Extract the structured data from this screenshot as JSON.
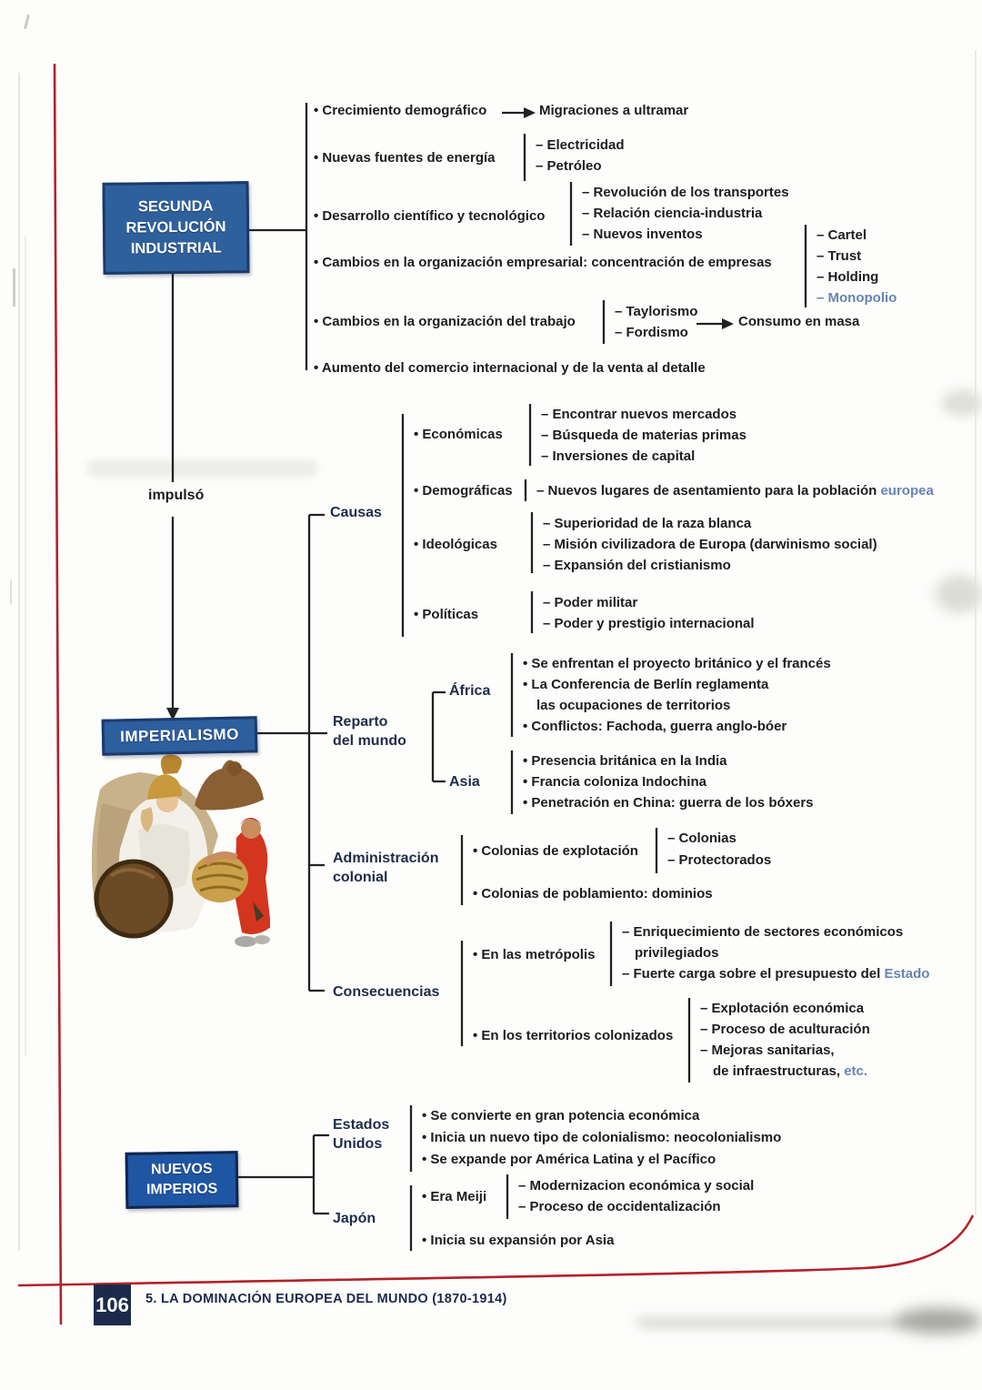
{
  "colors": {
    "box_blue": "#2e619c",
    "box_blue_bright": "#1f56a4",
    "box_border": "#1c3a6b",
    "line_black": "#222222",
    "accent_red": "#b22228",
    "footer_navy": "#1b2a4c",
    "faded_blue": "#4e6fa8"
  },
  "boxes": {
    "segunda_revolucion": "SEGUNDA\nREVOLUCIÓN\nINDUSTRIAL",
    "imperialismo": "IMPERIALISMO",
    "nuevos_imperios": "NUEVOS\nIMPERIOS"
  },
  "connectors": {
    "impulso_label": "impulsó"
  },
  "industrial": {
    "items": [
      {
        "label": "• Crecimiento demográfico",
        "arrow_target": "Migraciones a ultramar"
      },
      {
        "label": "• Nuevas fuentes de energía",
        "subs": [
          "– Electricidad",
          "– Petróleo"
        ]
      },
      {
        "label": "• Desarrollo científico y tecnológico",
        "subs": [
          "– Revolución de los transportes",
          "– Relación ciencia-industria",
          "– Nuevos inventos"
        ]
      },
      {
        "label": "• Cambios en la organización empresarial: concentración de empresas",
        "subs": [
          "– Cartel",
          "– Trust",
          "– Holding",
          "– Monopolio"
        ]
      },
      {
        "label": "• Cambios en la organización del trabajo",
        "subs": [
          "– Taylorismo",
          "– Fordismo"
        ],
        "arrow_target": "Consumo en masa"
      },
      {
        "label": "• Aumento del comercio internacional y de la venta al detalle"
      }
    ]
  },
  "imperialismo": {
    "causas": {
      "label": "Causas",
      "economicas": {
        "label": "• Económicas",
        "subs": [
          "– Encontrar nuevos mercados",
          "– Búsqueda de materias primas",
          "– Inversiones de capital"
        ]
      },
      "demograficas": {
        "label": "• Demográficas",
        "sub": "– Nuevos lugares de asentamiento para la población",
        "sub_tail": "europea"
      },
      "ideologicas": {
        "label": "• Ideológicas",
        "subs": [
          "– Superioridad de la raza blanca",
          "– Misión civilizadora de Europa (darwinismo social)",
          "– Expansión del cristianismo"
        ]
      },
      "politicas": {
        "label": "• Políticas",
        "subs": [
          "– Poder militar",
          "– Poder y prestigio internacional"
        ]
      }
    },
    "reparto": {
      "label": "Reparto\ndel mundo",
      "africa": {
        "label": "África",
        "items": [
          "• Se enfrentan el proyecto británico y el francés",
          "• La Conferencia de Berlín reglamenta",
          "las ocupaciones de territorios",
          "• Conflictos: Fachoda, guerra anglo-bóer"
        ]
      },
      "asia": {
        "label": "Asia",
        "items": [
          "• Presencia británica en la India",
          "• Francia coloniza Indochina",
          "• Penetración en China: guerra de los bóxers"
        ]
      }
    },
    "administracion": {
      "label": "Administración\ncolonial",
      "explotacion": {
        "label": "• Colonias de explotación",
        "subs": [
          "– Colonias",
          "– Protectorados"
        ]
      },
      "poblamiento": {
        "label": "• Colonias de poblamiento: dominios"
      }
    },
    "consecuencias": {
      "label": "Consecuencias",
      "metropolis": {
        "label": "• En las metrópolis",
        "subs": [
          "– Enriquecimiento de sectores económicos",
          "privilegiados",
          "– Fuerte carga sobre el presupuesto del"
        ],
        "sub_tail": "Estado"
      },
      "territorios": {
        "label": "• En los territorios colonizados",
        "subs": [
          "– Explotación económica",
          "– Proceso de aculturación",
          "– Mejoras sanitarias,",
          "de infraestructuras,"
        ],
        "sub_tail": "etc."
      }
    }
  },
  "nuevos_imperios": {
    "estados_unidos": {
      "label": "Estados\nUnidos",
      "items": [
        "• Se convierte en gran potencia económica",
        "• Inicia un nuevo tipo de colonialismo: neocolonialismo",
        "• Se expande por América Latina y el Pacífico"
      ]
    },
    "japon": {
      "label": "Japón",
      "era_meiji": {
        "label": "• Era Meiji",
        "subs": [
          "– Modernizacion económica y social",
          "– Proceso de occidentalización"
        ]
      },
      "item": "• Inicia su expansión por Asia"
    }
  },
  "footer": {
    "page_number": "106",
    "chapter_title": "5. LA DOMINACIÓN EUROPEA DEL MUNDO (1870-1914)"
  }
}
